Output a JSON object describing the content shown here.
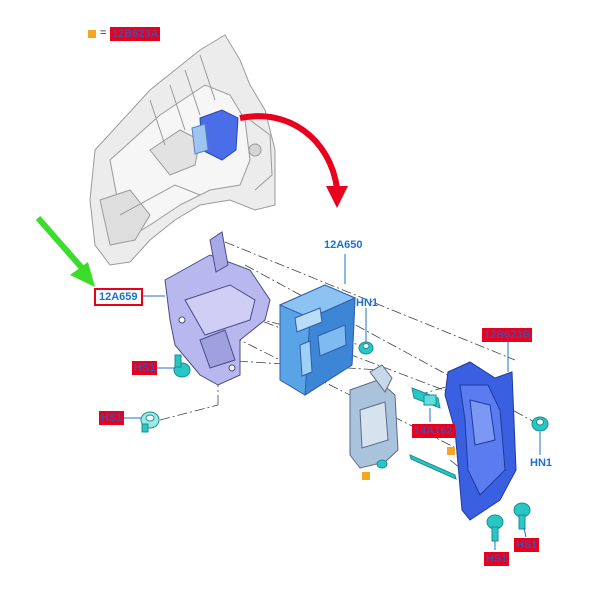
{
  "legend": {
    "symbol": "orange-square",
    "equals": "=",
    "code": "12B623A"
  },
  "labels": {
    "module_12A650": "12A650",
    "bracket_12A659": "12A659",
    "cover_12B623B": "12B623B",
    "connector_14A162": "14A162",
    "hn1_top": "HN1",
    "hn1_right": "HN1",
    "hs1_left_top": "HS1",
    "hs1_left_bottom": "HS1",
    "hs1_bottom_right": "HS1",
    "hs1_bottom_center": "HS1"
  },
  "colors": {
    "callout_red": "#e8001c",
    "part_blue": "#1f6fd1",
    "legend_orange": "#f5a623",
    "arrow_green": "#3bdc2a",
    "arrow_red": "#e8001c",
    "fastener_cyan": "#29c6c6"
  }
}
